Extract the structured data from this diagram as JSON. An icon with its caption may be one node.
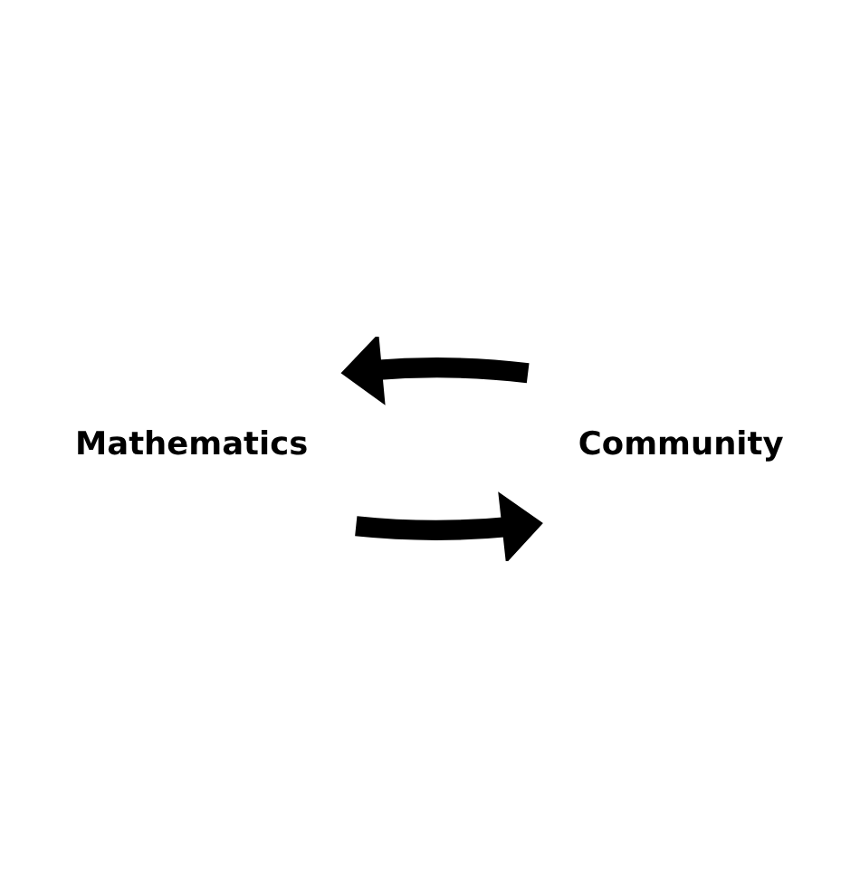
{
  "diagram": {
    "nodes": [
      {
        "text": [
          "Mathematics"
        ]
      },
      {
        "text": [
          "Community"
        ]
      }
    ],
    "edges": [
      {
        "from": 1,
        "to": 0,
        "arrow": "to"
      },
      {
        "from": 0,
        "to": 1,
        "arrow": "to"
      }
    ]
  }
}
